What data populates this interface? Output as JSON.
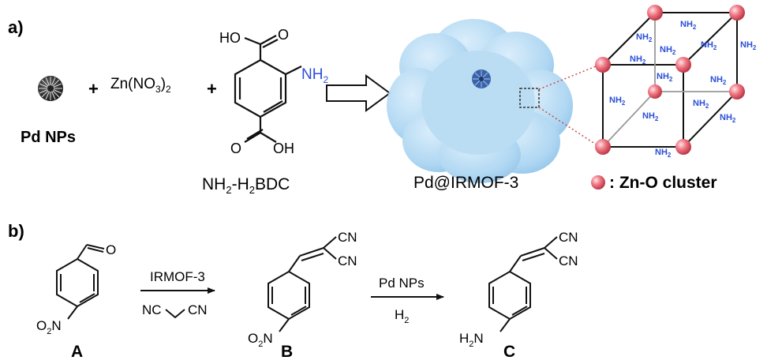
{
  "panel_a": {
    "label": "a)",
    "pd_np_label": "Pd NPs",
    "plus": "+",
    "zn_main": "Zn(NO",
    "zn_sub3": "3",
    "zn_close": ")",
    "zn_sub2": "2",
    "oh_top": "HO",
    "o_top": "O",
    "nh2": "NH",
    "nh2_sub": "2",
    "o_bottom": "O",
    "oh_bottom": "OH",
    "linker_main1": "NH",
    "linker_sub1": "2",
    "linker_main2": "-H",
    "linker_sub2": "2",
    "linker_main3": "BDC",
    "composite_label": "Pd@IRMOF-3",
    "legend_label": ": Zn-O cluster",
    "cube_nh2": "NH",
    "cube_nh2_sub": "2"
  },
  "panel_b": {
    "label": "b)",
    "no2_main": "O",
    "no2_sub": "2",
    "no2_n": "N",
    "h2n_main": "H",
    "h2n_sub": "2",
    "h2n_n": "N",
    "cn": "CN",
    "step1_reagent": "IRMOF-3",
    "step1_left": "NC",
    "step1_right": "CN",
    "step2_reagent": "Pd NPs",
    "step2_h2": "H",
    "step2_h2_sub": "2",
    "compound_a": "A",
    "compound_b": "B",
    "compound_c": "C"
  },
  "colors": {
    "amine_blue": "#2a4fd6",
    "mof_blue": "#a9d4f2",
    "zn_cluster": "#e36070",
    "ink": "#111111"
  }
}
